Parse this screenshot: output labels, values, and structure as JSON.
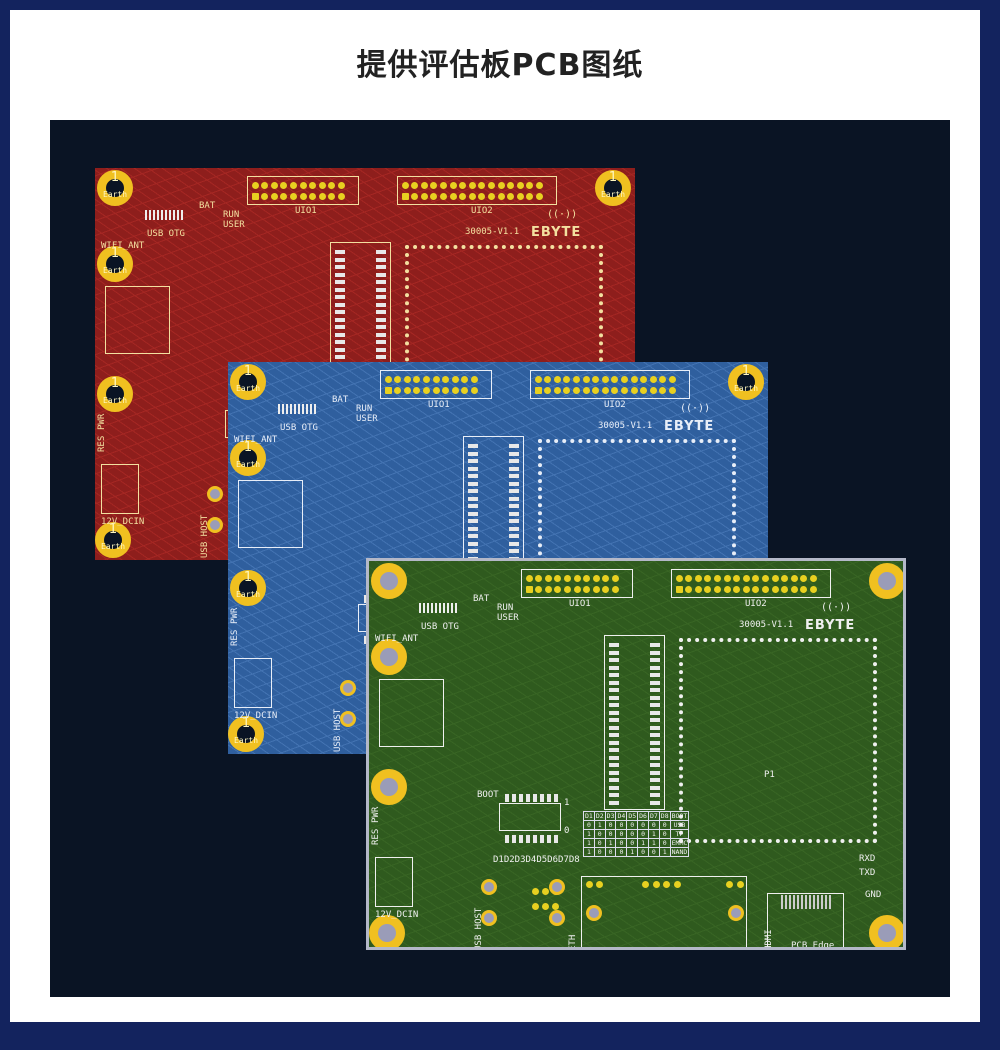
{
  "title": "提供评估板PCB图纸",
  "colors": {
    "frame": "#13235e",
    "stage": "#0a1424",
    "copper_pad": "#f0c020",
    "red_board": "#8e1e1c",
    "blue_board": "#2f5f9e",
    "green_board": "#2f5a1e",
    "green_board_edge": "#b4b8c8"
  },
  "hole": {
    "number": "1",
    "label": "Earth"
  },
  "board_labels": {
    "uio1": "UIO1",
    "uio2": "UIO2",
    "bat": "BAT",
    "run": "RUN",
    "user": "USER",
    "usb_otg": "USB OTG",
    "wifi_ant": "WIFI_ANT",
    "version": "30005-V1.1",
    "brand": "EBYTE",
    "p1": "P1",
    "boot": "BOOT",
    "pwr": "PWR",
    "res": "RES",
    "dcin": "12V_DCIN",
    "usb_host": "USB HOST",
    "eth": "ETH",
    "hdmi": "HDMI",
    "pcb_edge": "PCB Edge",
    "rxd": "RXD",
    "txd": "TXD",
    "gnd": "GND",
    "dip_labels": "D1D2D3D4D5D6D7D8",
    "dip_one": "1",
    "dip_zero": "0"
  },
  "boot_table": {
    "header": [
      "D1",
      "D2",
      "D3",
      "D4",
      "D5",
      "D6",
      "D7",
      "D8",
      "BOOT"
    ],
    "rows": [
      [
        "0",
        "1",
        "0",
        "0",
        "0",
        "0",
        "0",
        "0",
        "USB"
      ],
      [
        "1",
        "0",
        "0",
        "0",
        "0",
        "0",
        "1",
        "0",
        "TF"
      ],
      [
        "1",
        "0",
        "1",
        "0",
        "0",
        "1",
        "1",
        "0",
        "EMMC"
      ],
      [
        "1",
        "0",
        "0",
        "0",
        "1",
        "0",
        "0",
        "1",
        "NAND"
      ]
    ]
  },
  "boards": [
    {
      "id": "red",
      "fill": "#8e1e1c",
      "trace": "#d03a30",
      "silk": "#f3e0a0"
    },
    {
      "id": "blue",
      "fill": "#2f5f9e",
      "trace": "#6a9ad8",
      "silk": "#e8eef8"
    },
    {
      "id": "green",
      "fill": "#2f5a1e",
      "trace": "#4a7a30",
      "silk": "#f0f0f0"
    }
  ]
}
